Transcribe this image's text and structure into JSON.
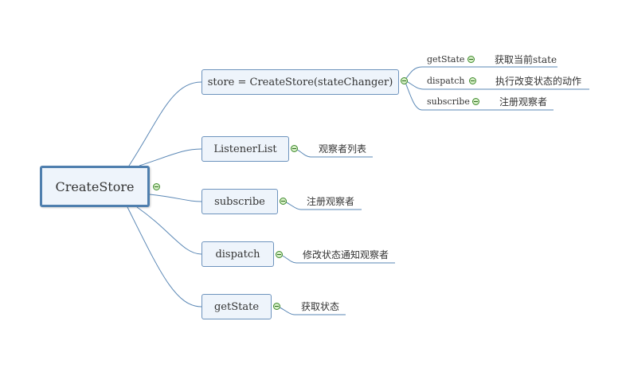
{
  "root": {
    "label": "CreateStore"
  },
  "branches": [
    {
      "label": "store = CreateStore(stateChanger)",
      "children": [
        {
          "label": "getState",
          "note": "获取当前state"
        },
        {
          "label": "dispatch",
          "note": "执行改变状态的动作"
        },
        {
          "label": "subscribe",
          "note": "注册观察者"
        }
      ]
    },
    {
      "label": "ListenerList",
      "note": "观察者列表"
    },
    {
      "label": "subscribe",
      "note": "注册观察者"
    },
    {
      "label": "dispatch",
      "note": "修改状态通知观察者"
    },
    {
      "label": "getState",
      "note": "获取状态"
    }
  ],
  "colors": {
    "line": "#5a87b5",
    "node_border": "#6d93bd",
    "node_fill": "#eef4fb",
    "root_border": "#4f7fae",
    "toggle": "#3f8a2d"
  }
}
